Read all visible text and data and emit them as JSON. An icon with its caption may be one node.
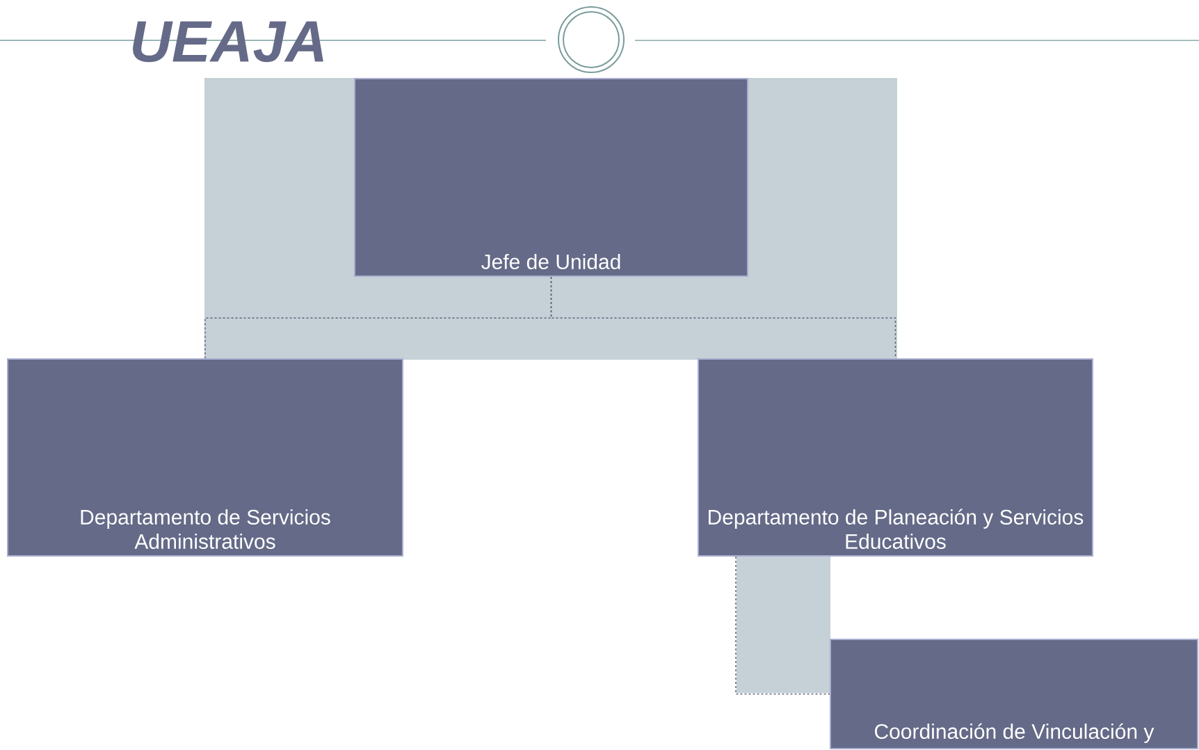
{
  "diagram": {
    "title": "UEAJA",
    "nodes": [
      {
        "text": [
          "Jefe de Unidad"
        ]
      },
      {
        "text": [
          "Departamento de Servicios Administrativos"
        ]
      },
      {
        "text": [
          "Departamento de Planeación y Servicios Educativos"
        ]
      },
      {
        "text": [
          "Coordinación de Vinculación y"
        ]
      }
    ],
    "edges": [
      {
        "from": 0,
        "to": 1,
        "arrow": "none",
        "style": "dashed"
      },
      {
        "from": 0,
        "to": 2,
        "arrow": "none",
        "style": "dashed"
      },
      {
        "from": 2,
        "to": 3,
        "arrow": "none",
        "style": "dashed"
      }
    ]
  }
}
